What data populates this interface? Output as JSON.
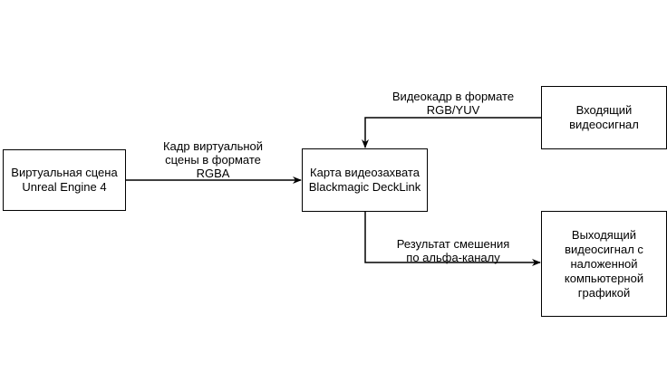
{
  "nodes": {
    "scene": {
      "label": "Виртуальная сцена\nUnreal Engine 4"
    },
    "capture_card": {
      "label": "Карта видеозахвата\nBlackmagic DeckLink"
    },
    "input_signal": {
      "label": "Входящий\nвидеосигнал"
    },
    "output_signal": {
      "label": "Выходящий\nвидеосигнал с\nналоженной\nкомпьютерной\nграфикой"
    }
  },
  "edges": {
    "scene_to_card": {
      "label": "Кадр виртуальной\nсцены в формате\nRGBA"
    },
    "input_to_card": {
      "label": "Видеокадр в формате\nRGB/YUV"
    },
    "card_to_output": {
      "label": "Результат смешения\nпо альфа-каналу"
    }
  }
}
